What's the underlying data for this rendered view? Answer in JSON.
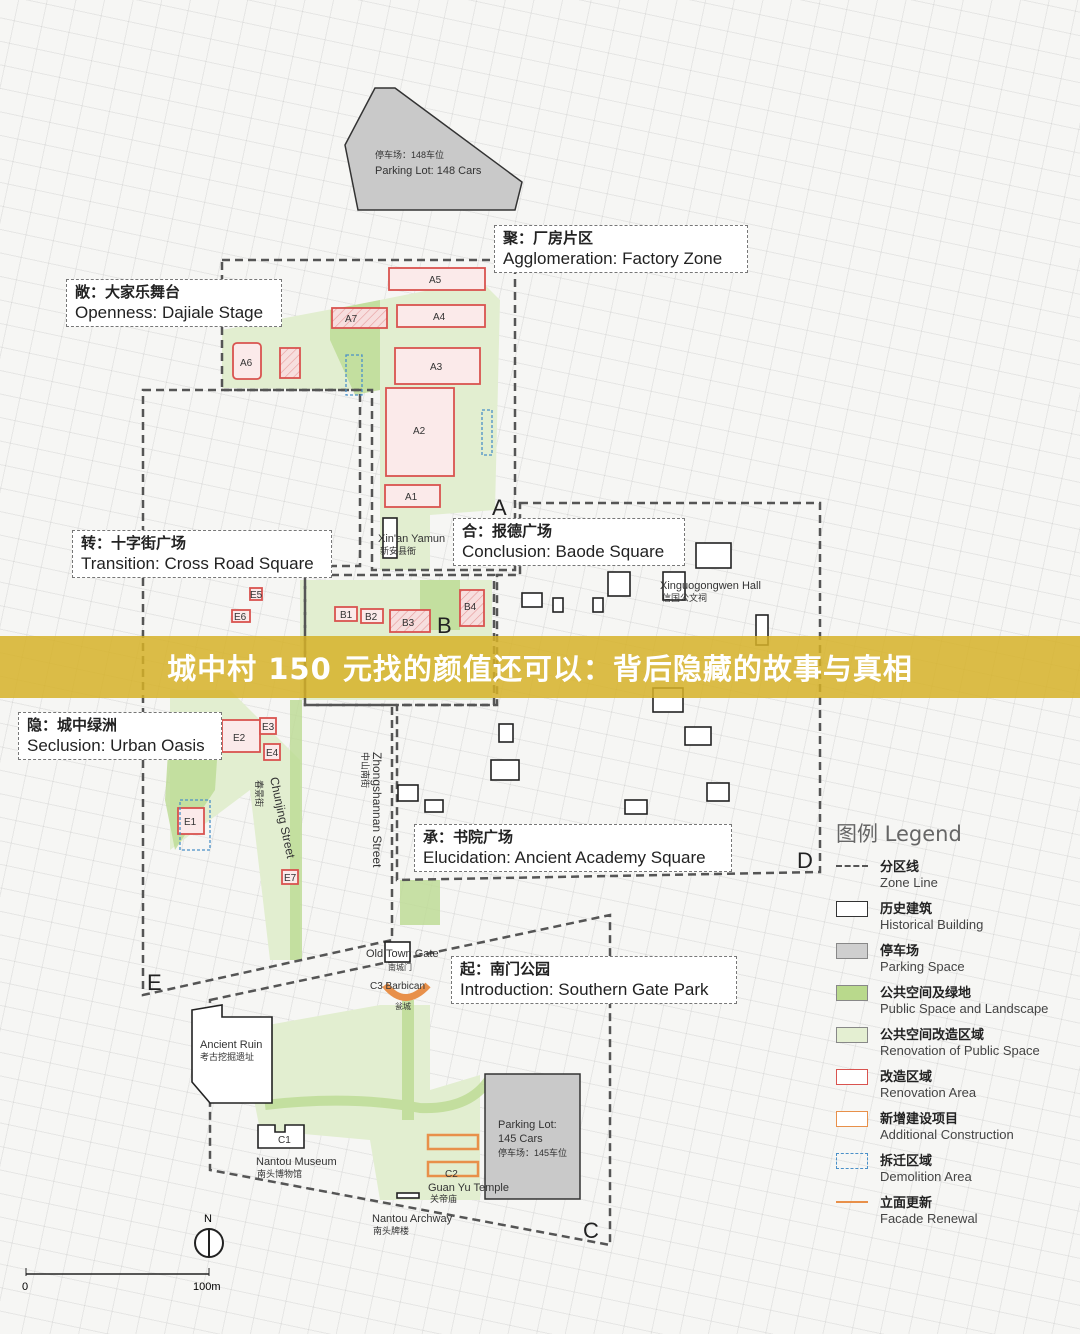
{
  "banner": {
    "title": "城中村 150 元找的颜值还可以：背后隐藏的故事与真相",
    "color": "#d6b228"
  },
  "callouts": [
    {
      "zh": "敞：大家乐舞台",
      "en": "Openness: Dajiale Stage"
    },
    {
      "zh": "聚：厂房片区",
      "en": "Agglomeration: Factory Zone"
    },
    {
      "zh": "转：十字街广场",
      "en": "Transition: Cross Road Square"
    },
    {
      "zh": "合：报德广场",
      "en": "Conclusion: Baode Square"
    },
    {
      "zh": "隐：城中绿洲",
      "en": "Seclusion: Urban Oasis"
    },
    {
      "zh": "承：书院广场",
      "en": "Elucidation: Ancient Academy Square"
    },
    {
      "zh": "起：南门公园",
      "en": "Introduction: Southern Gate Park"
    }
  ],
  "zones": [
    "A",
    "B",
    "C",
    "D",
    "E"
  ],
  "buildings": [
    "A1",
    "A2",
    "A3",
    "A4",
    "A5",
    "A6",
    "A7",
    "B1",
    "B2",
    "B3",
    "B4",
    "E1",
    "E2",
    "E3",
    "E4",
    "E5",
    "E6",
    "E7",
    "C1",
    "C2",
    "C3 Barbican"
  ],
  "parking": {
    "north": {
      "zh": "停车场：148车位",
      "en": "Parking Lot: 148 Cars"
    },
    "south": {
      "en1": "Parking Lot:",
      "en2": "145 Cars",
      "zh": "停车场：145车位"
    }
  },
  "places": {
    "xinan_yamun": {
      "en": "Xin'an Yamun",
      "zh": "新安县衙"
    },
    "xinguo_hall": {
      "en": "Xinguogongwen Hall",
      "zh": "信国公文祠"
    },
    "old_town_gate": {
      "en": "Old Town Gate",
      "zh": "南城门"
    },
    "barbican_zh": "瓮城",
    "ancient_ruin": {
      "en": "Ancient Ruin",
      "zh": "考古挖掘遗址"
    },
    "museum": {
      "en": "Nantou Museum",
      "zh": "南头博物馆"
    },
    "temple": {
      "en": "Guan Yu Temple",
      "zh": "关帝庙"
    },
    "archway": {
      "en": "Nantou Archway",
      "zh": "南头牌楼"
    },
    "chunjing": {
      "en": "Chunjing Street",
      "zh": "春景街"
    },
    "zhongshannan": {
      "en": "Zhongshannan Street",
      "zh": "中山南街"
    }
  },
  "legend": {
    "title": "图例 Legend",
    "items": [
      {
        "zh": "分区线",
        "en": "Zone Line",
        "swatch": "dashed-line",
        "color": "#555555"
      },
      {
        "zh": "历史建筑",
        "en": "Historical Building",
        "swatch": "outline",
        "color": "#333333"
      },
      {
        "zh": "停车场",
        "en": "Parking Space",
        "swatch": "fill",
        "color": "#cfcfcf"
      },
      {
        "zh": "公共空间及绿地",
        "en": "Public Space and Landscape",
        "swatch": "fill",
        "color": "#b9d98c"
      },
      {
        "zh": "公共空间改造区域",
        "en": "Renovation of Public Space",
        "swatch": "fill",
        "color": "#e4efd2"
      },
      {
        "zh": "改造区域",
        "en": "Renovation Area",
        "swatch": "outline",
        "color": "#d9534f"
      },
      {
        "zh": "新增建设项目",
        "en": "Additional Construction",
        "swatch": "outline",
        "color": "#e8904a"
      },
      {
        "zh": "拆迁区域",
        "en": "Demolition Area",
        "swatch": "dashed-box",
        "color": "#4a90c8"
      },
      {
        "zh": "立面更新",
        "en": "Facade Renewal",
        "swatch": "line",
        "color": "#e8904a"
      }
    ]
  },
  "scale": {
    "start": "0",
    "end": "100m",
    "north": "N"
  }
}
